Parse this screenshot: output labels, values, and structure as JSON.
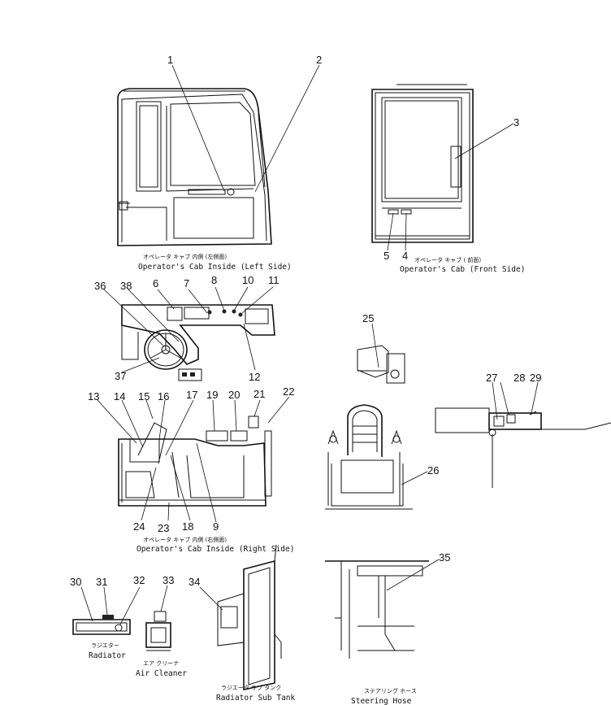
{
  "captions": {
    "cab_left": {
      "jp": "オペレータ キャブ 内側 (左側面)",
      "en": "Operator's Cab Inside (Left Side)"
    },
    "cab_front": {
      "jp": "オペレータ キャブ ( 前面)",
      "en": "Operator's Cab (Front Side)"
    },
    "cab_right": {
      "jp": "オペレータ キャブ 内側 (右側面)",
      "en": "Operator's Cab Inside (Right Side)"
    },
    "radiator": {
      "jp": "ラジエター",
      "en": "Radiator"
    },
    "air_cleaner": {
      "jp": "エア クリーナ",
      "en": "Air Cleaner"
    },
    "sub_tank": {
      "jp": "ラジエータ サブ タンク",
      "en": "Radiator Sub Tank"
    },
    "steering_hose": {
      "jp": "ステアリング ホース",
      "en": "Steering Hose"
    }
  },
  "callouts": [
    "1",
    "2",
    "3",
    "4",
    "5",
    "6",
    "7",
    "8",
    "9",
    "10",
    "11",
    "12",
    "13",
    "14",
    "15",
    "16",
    "17",
    "18",
    "19",
    "20",
    "21",
    "22",
    "23",
    "24",
    "25",
    "26",
    "27",
    "28",
    "29",
    "30",
    "31",
    "32",
    "33",
    "34",
    "35",
    "36",
    "37",
    "38"
  ]
}
